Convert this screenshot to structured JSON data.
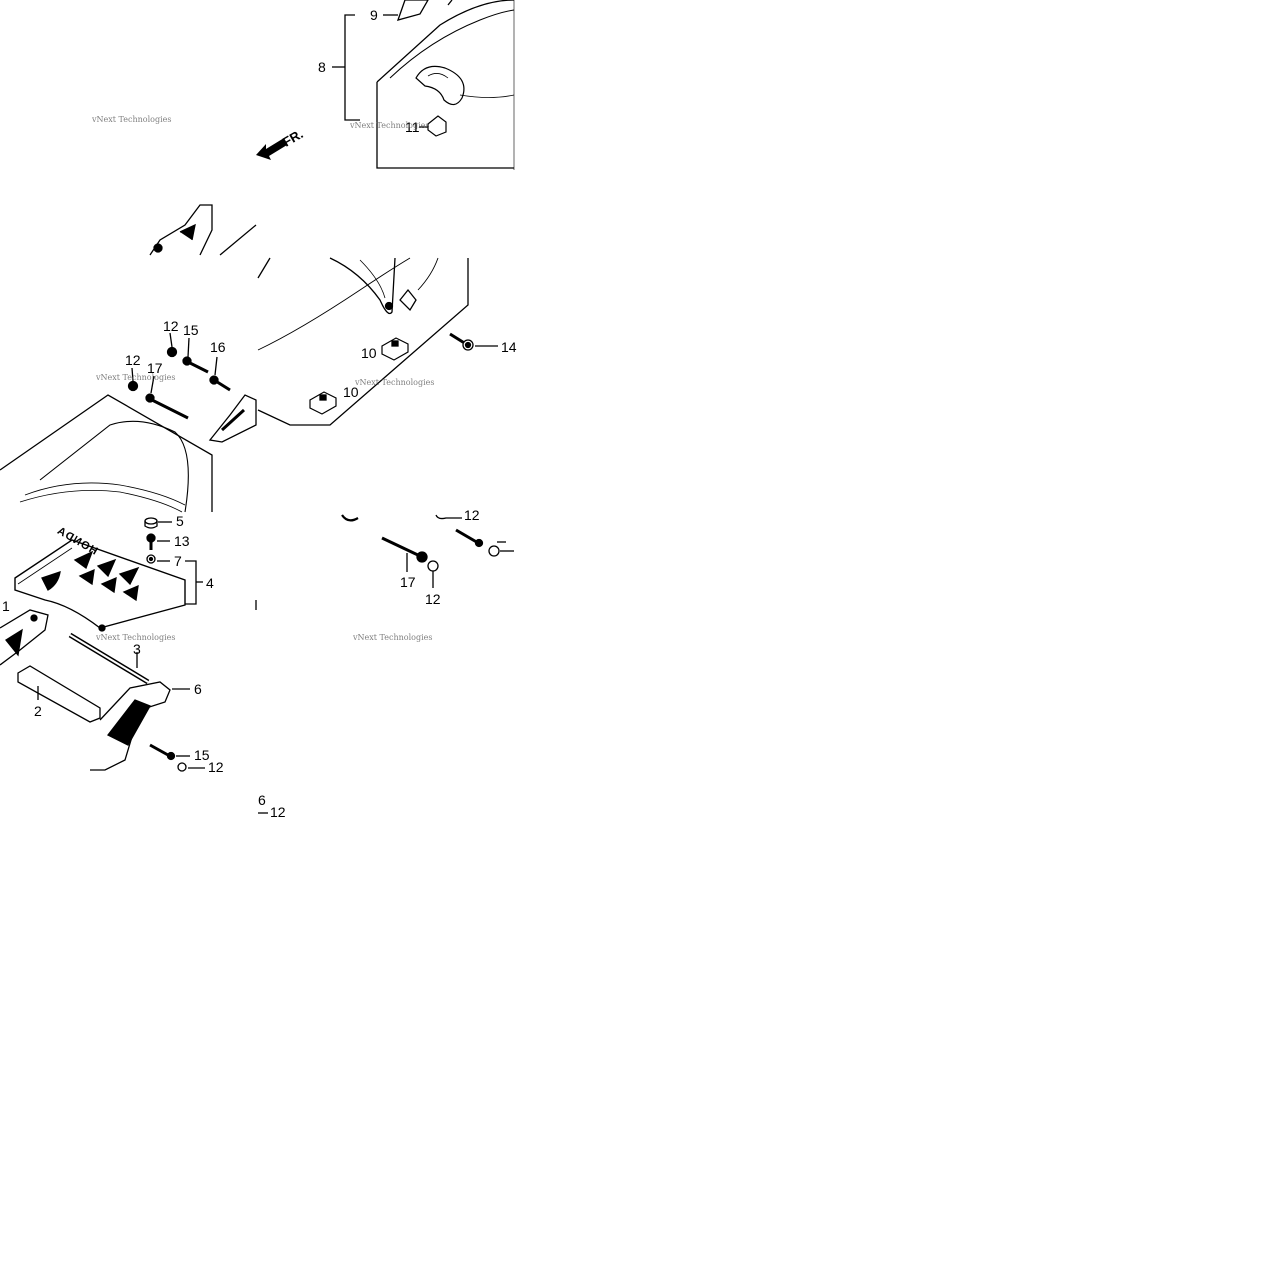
{
  "labels": {
    "p1": "1",
    "p2": "2",
    "p3": "3",
    "p4": "4",
    "p5": "5",
    "p6": "6",
    "p7": "7",
    "p8": "8",
    "p9": "9",
    "p10a": "10",
    "p10b": "10",
    "p11": "11",
    "p12a": "12",
    "p12b": "12",
    "p12c": "12",
    "p12d": "12",
    "p12e": "12",
    "p13": "13",
    "p14": "14",
    "p15a": "15",
    "p15b": "15",
    "p16": "16",
    "p17a": "17",
    "p17b": "17",
    "p6b": "6",
    "p12f": "12"
  },
  "direction_arrow": "FR.",
  "brand_mark": "HONDA",
  "watermark": "vNext Technologies",
  "colors": {
    "ink": "#000000",
    "paper": "#ffffff"
  }
}
